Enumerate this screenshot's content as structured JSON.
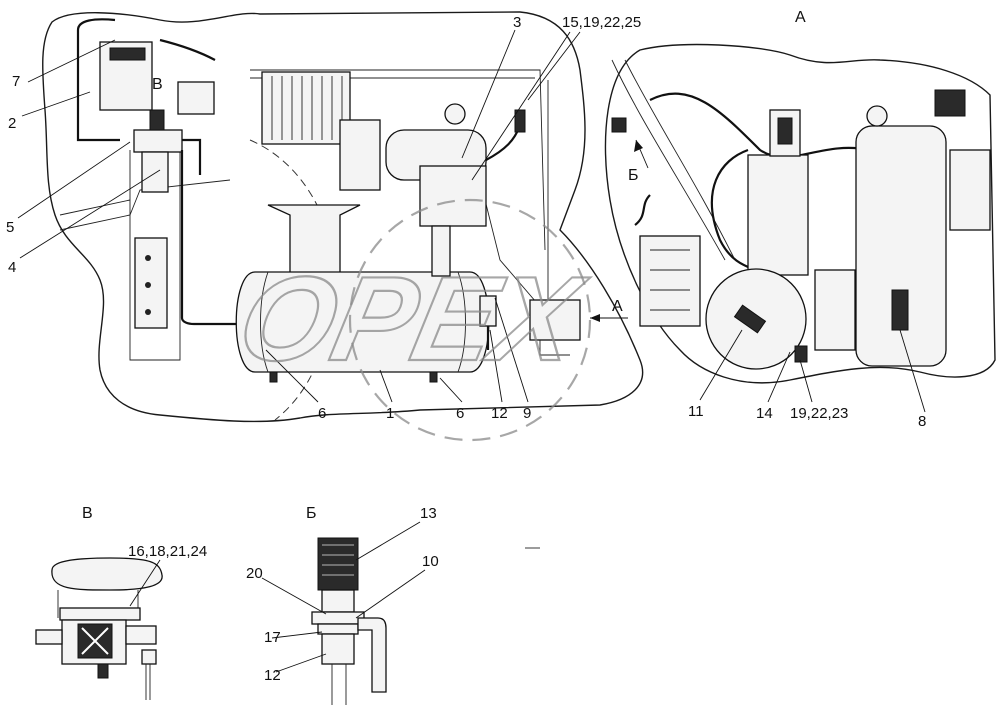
{
  "views": {
    "detail_a": "А",
    "detail_b": "Б",
    "detail_v": "В",
    "arrow_a": "А",
    "arrow_b": "Б",
    "arrow_v": "В"
  },
  "callouts": {
    "n1": "1",
    "n2": "2",
    "n3": "3",
    "n4": "4",
    "n5": "5",
    "n6a": "6",
    "n6b": "6",
    "n7": "7",
    "n8": "8",
    "n9": "9",
    "n10": "10",
    "n11": "11",
    "n12a": "12",
    "n12b": "12",
    "n13": "13",
    "n14": "14",
    "n17": "17",
    "n20": "20",
    "g15": "15,19,22,25",
    "g16": "16,18,21,24",
    "g19": "19,22,23"
  },
  "watermark": "OPEX"
}
